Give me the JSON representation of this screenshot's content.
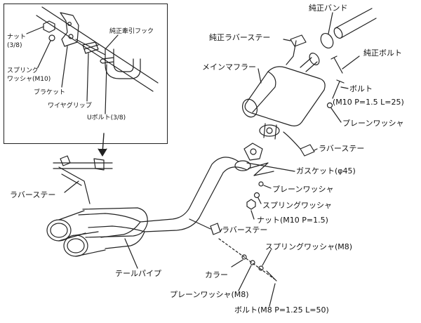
{
  "colors": {
    "line": "#222222",
    "background": "#ffffff",
    "text": "#111111"
  },
  "inset": {
    "labels": {
      "nut": "ナット",
      "nut_size": "(3/8)",
      "spring_washer_1": "スプリング",
      "spring_washer_2": "ワッシャ(M10)",
      "bracket": "ブラケット",
      "wire_grip": "ワイヤグリップ",
      "u_bolt": "Uボルト(3/8)",
      "stock_tow_hook": "純正牽引フック"
    }
  },
  "labels": {
    "stock_band": "純正バンド",
    "stock_rubber_stay": "純正ラバーステー",
    "stock_bolt": "純正ボルト",
    "main_muffler": "メインマフラー",
    "bolt_upper_1": "ボルト",
    "bolt_upper_2": "(M10 P=1.5 L=25)",
    "plain_washer_upper": "プレーンワッシャ",
    "rubber_stay_right": "ラバーステー",
    "gasket": "ガスケット(φ45)",
    "plain_washer_mid": "プレーンワッシャ",
    "spring_washer_mid": "スプリングワッシャ",
    "nut_mid": "ナット(M10 P=1.5)",
    "rubber_stay_left": "ラバーステー",
    "rubber_stay_lower": "ラバーステー",
    "spring_washer_m8": "スプリングワッシャ(M8)",
    "tail_pipe": "テールパイプ",
    "collar": "カラー",
    "plain_washer_m8": "プレーンワッシャ(M8)",
    "bolt_m8": "ボルト(M8 P=1.25 L=50)"
  }
}
